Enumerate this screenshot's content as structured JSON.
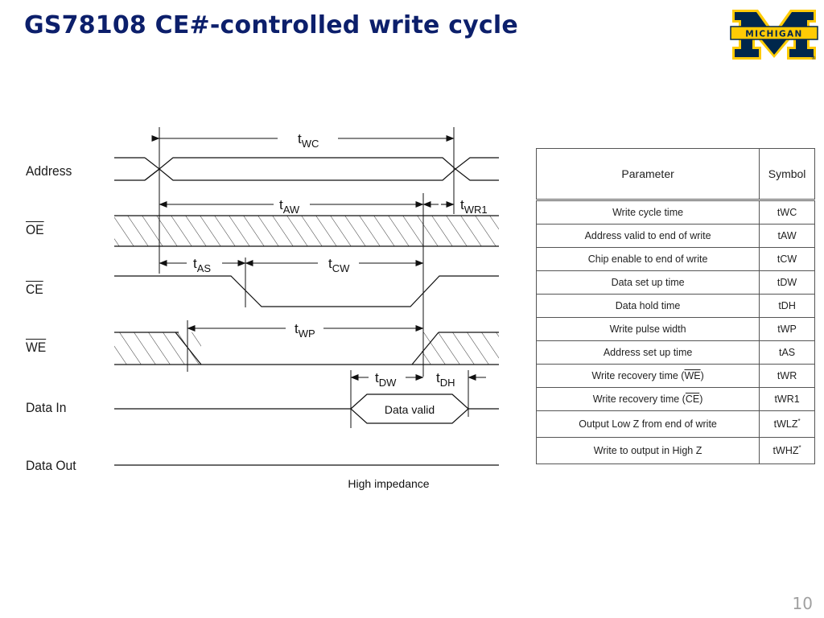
{
  "slide": {
    "title": "GS78108 CE#-controlled write cycle",
    "page_number": "10",
    "logo_text": "MICHIGAN",
    "logo_trademark": "®"
  },
  "colors": {
    "title": "#0c1f6b",
    "logo_blue": "#00274c",
    "logo_maize": "#ffcb05",
    "page_number": "#a0a0a0"
  },
  "timing_diagram": {
    "signals": [
      {
        "label": "Address",
        "overbar": false
      },
      {
        "label": "OE",
        "overbar": true
      },
      {
        "label": "CE",
        "overbar": true
      },
      {
        "label": "WE",
        "overbar": true
      },
      {
        "label": "Data In",
        "overbar": false
      },
      {
        "label": "Data Out",
        "overbar": false
      }
    ],
    "timings": {
      "twc": {
        "t": "t",
        "sub": "WC"
      },
      "taw": {
        "t": "t",
        "sub": "AW"
      },
      "twr1": {
        "t": "t",
        "sub": "WR1"
      },
      "tas": {
        "t": "t",
        "sub": "AS"
      },
      "tcw": {
        "t": "t",
        "sub": "CW"
      },
      "twp": {
        "t": "t",
        "sub": "WP"
      },
      "tdw": {
        "t": "t",
        "sub": "DW"
      },
      "tdh": {
        "t": "t",
        "sub": "DH"
      }
    },
    "data_valid_label": "Data valid",
    "high_impedance_label": "High impedance"
  },
  "param_table": {
    "header_parameter": "Parameter",
    "header_symbol": "Symbol",
    "rows": [
      {
        "parameter": "Write cycle time",
        "symbol": "tWC"
      },
      {
        "parameter": "Address valid to end of write",
        "symbol": "tAW"
      },
      {
        "parameter": "Chip enable to end of write",
        "symbol": "tCW"
      },
      {
        "parameter": "Data set up time",
        "symbol": "tDW"
      },
      {
        "parameter": "Data hold time",
        "symbol": "tDH"
      },
      {
        "parameter": "Write pulse width",
        "symbol": "tWP"
      },
      {
        "parameter": "Address set up time",
        "symbol": "tAS"
      },
      {
        "parameter": "Write recovery time (",
        "param_overbar": "WE",
        "param_suffix": ")",
        "symbol": "tWR"
      },
      {
        "parameter": "Write recovery time (",
        "param_overbar": "CE",
        "param_suffix": ")",
        "symbol": "tWR1"
      },
      {
        "parameter": "Output Low Z from end of write",
        "symbol": "tWLZ",
        "symbol_sup": "*"
      },
      {
        "parameter": "Write to output in High Z",
        "symbol": "tWHZ",
        "symbol_sup": "*"
      }
    ]
  }
}
